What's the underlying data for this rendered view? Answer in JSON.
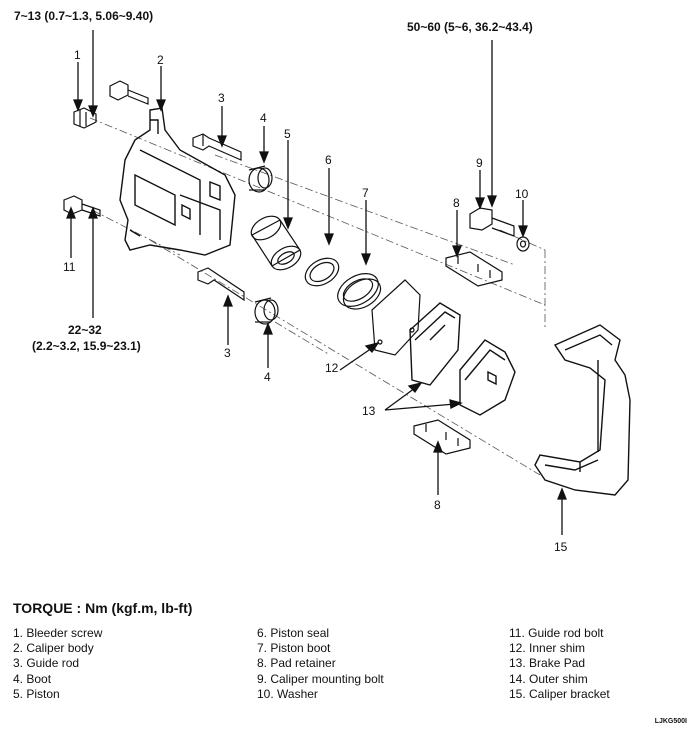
{
  "torque_top_left": "7~13 (0.7~1.3, 5.06~9.40)",
  "torque_top_right": "50~60 (5~6, 36.2~43.4)",
  "torque_bottom_left_1": "22~32",
  "torque_bottom_left_2": "(2.2~3.2, 15.9~23.1)",
  "callouts": {
    "c1": "1",
    "c2": "2",
    "c3a": "3",
    "c3b": "3",
    "c4a": "4",
    "c4b": "4",
    "c5": "5",
    "c6": "6",
    "c7": "7",
    "c8a": "8",
    "c8b": "8",
    "c9": "9",
    "c10": "10",
    "c11": "11",
    "c12": "12",
    "c13": "13",
    "c15": "15"
  },
  "torque_title": "TORQUE : Nm (kgf.m, lb-ft)",
  "legend": {
    "col1": [
      "1. Bleeder screw",
      "2. Caliper  body",
      "3. Guide rod",
      "4. Boot",
      "5. Piston"
    ],
    "col2": [
      "6. Piston seal",
      "7. Piston boot",
      "8. Pad retainer",
      "9. Caliper mounting bolt",
      "10. Washer"
    ],
    "col3": [
      "11. Guide rod bolt",
      "12. Inner shim",
      "13. Brake Pad",
      "14. Outer shim",
      "15. Caliper bracket"
    ]
  },
  "figure_code": "LJKG500I"
}
